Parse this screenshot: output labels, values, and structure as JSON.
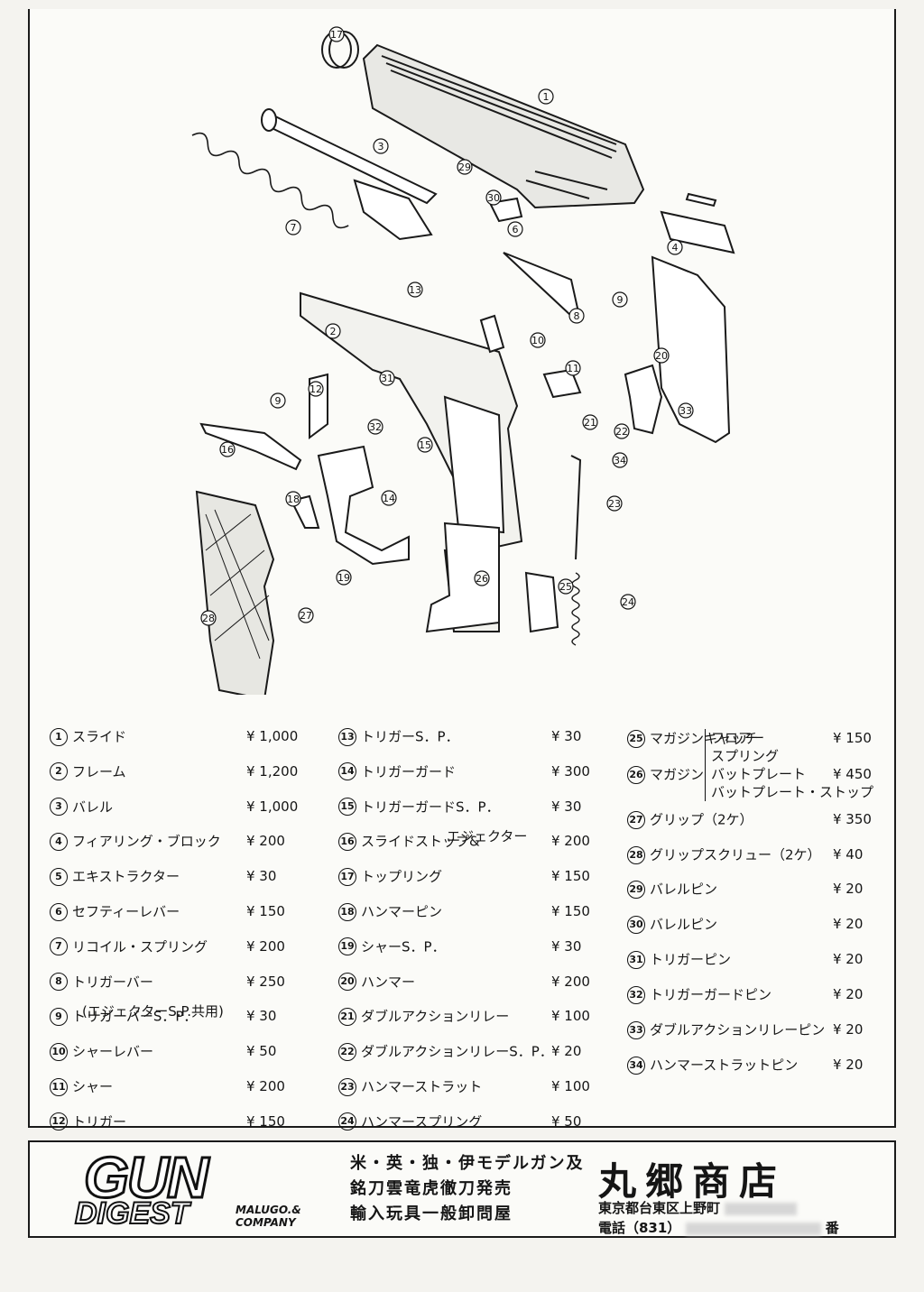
{
  "parts_col1": [
    {
      "num": "1",
      "name": "スライド",
      "price": "¥ 1,000"
    },
    {
      "num": "2",
      "name": "フレーム",
      "price": "¥ 1,200"
    },
    {
      "num": "3",
      "name": "バレル",
      "price": "¥ 1,000"
    },
    {
      "num": "4",
      "name": "フィアリング・ブロック",
      "price": "¥ 200"
    },
    {
      "num": "5",
      "name": "エキストラクター",
      "price": "¥ 30"
    },
    {
      "num": "6",
      "name": "セフティーレバー",
      "price": "¥ 150"
    },
    {
      "num": "7",
      "name": "リコイル・スプリング",
      "price": "¥ 200"
    },
    {
      "num": "8",
      "name": "トリガーバー",
      "price": "¥ 250"
    },
    {
      "num": "9",
      "name": "トリガーバーS．P．",
      "price": "¥ 30"
    },
    {
      "num": "10",
      "name": "シャーレバー",
      "price": "¥ 50"
    },
    {
      "num": "11",
      "name": "シャー",
      "price": "¥ 200"
    },
    {
      "num": "12",
      "name": "トリガー",
      "price": "¥ 150"
    }
  ],
  "parts_col1_note": "(エジェクターS.P.共用)",
  "parts_col2": [
    {
      "num": "13",
      "name": "トリガーS．P．",
      "price": "¥ 30"
    },
    {
      "num": "14",
      "name": "トリガーガード",
      "price": "¥ 300"
    },
    {
      "num": "15",
      "name": "トリガーガードS．P．",
      "price": "¥ 30"
    },
    {
      "num": "16",
      "name": "スライドストップ&",
      "price": "¥ 200"
    },
    {
      "num": "17",
      "name": "トップリング",
      "price": "¥ 150"
    },
    {
      "num": "18",
      "name": "ハンマーピン",
      "price": "¥ 150"
    },
    {
      "num": "19",
      "name": "シャーS．P．",
      "price": "¥ 30"
    },
    {
      "num": "20",
      "name": "ハンマー",
      "price": "¥ 200"
    },
    {
      "num": "21",
      "name": "ダブルアクションリレー",
      "price": "¥ 100"
    },
    {
      "num": "22",
      "name": "ダブルアクションリレーS．P．",
      "price": "¥ 20"
    },
    {
      "num": "23",
      "name": "ハンマーストラット",
      "price": "¥ 100"
    },
    {
      "num": "24",
      "name": "ハンマースプリング",
      "price": "¥ 50"
    }
  ],
  "parts_col2_note": "エジェクター",
  "parts_col3": [
    {
      "num": "25",
      "name": "マガジンキャッチ",
      "price": "¥ 150"
    },
    {
      "num": "26",
      "name": "マガジン",
      "price": "¥ 450"
    },
    {
      "num": "27",
      "name": "グリップ（2ケ）",
      "price": "¥ 350"
    },
    {
      "num": "28",
      "name": "グリップスクリュー（2ケ）",
      "price": "¥ 40"
    },
    {
      "num": "29",
      "name": "バレルピン",
      "price": "¥ 20"
    },
    {
      "num": "30",
      "name": "バレルピン",
      "price": "¥ 20"
    },
    {
      "num": "31",
      "name": "トリガーピン",
      "price": "¥ 20"
    },
    {
      "num": "32",
      "name": "トリガーガードピン",
      "price": "¥ 20"
    },
    {
      "num": "33",
      "name": "ダブルアクションリレーピン",
      "price": "¥ 20"
    },
    {
      "num": "34",
      "name": "ハンマーストラットピン",
      "price": "¥ 20"
    }
  ],
  "magazine_subparts": [
    "フロアー",
    "スプリング",
    "バットプレート",
    "バットプレート・ストップ"
  ],
  "footer": {
    "logo_main": "GUN",
    "logo_sub": "DIGEST",
    "logo_company_1": "MALUGO.&",
    "logo_company_2": "COMPANY",
    "slogan": [
      "米・英・独・伊モデルガン及",
      "銘刀雲竜虎徹刀発売",
      "輸入玩具一般卸問屋"
    ],
    "shop_name": "丸郷商店",
    "address": "東京都台東区上野町",
    "phone_label": "電話（831）",
    "phone_suffix": "番"
  },
  "callouts": [
    "1",
    "2",
    "3",
    "4",
    "6",
    "7",
    "8",
    "9",
    "10",
    "11",
    "12",
    "13",
    "14",
    "15",
    "16",
    "17",
    "18",
    "19",
    "20",
    "21",
    "22",
    "23",
    "24",
    "25",
    "26",
    "27",
    "28",
    "29",
    "30",
    "31",
    "32",
    "33",
    "34",
    "9"
  ],
  "colors": {
    "ink": "#151515",
    "paper": "#fbfbf8"
  }
}
